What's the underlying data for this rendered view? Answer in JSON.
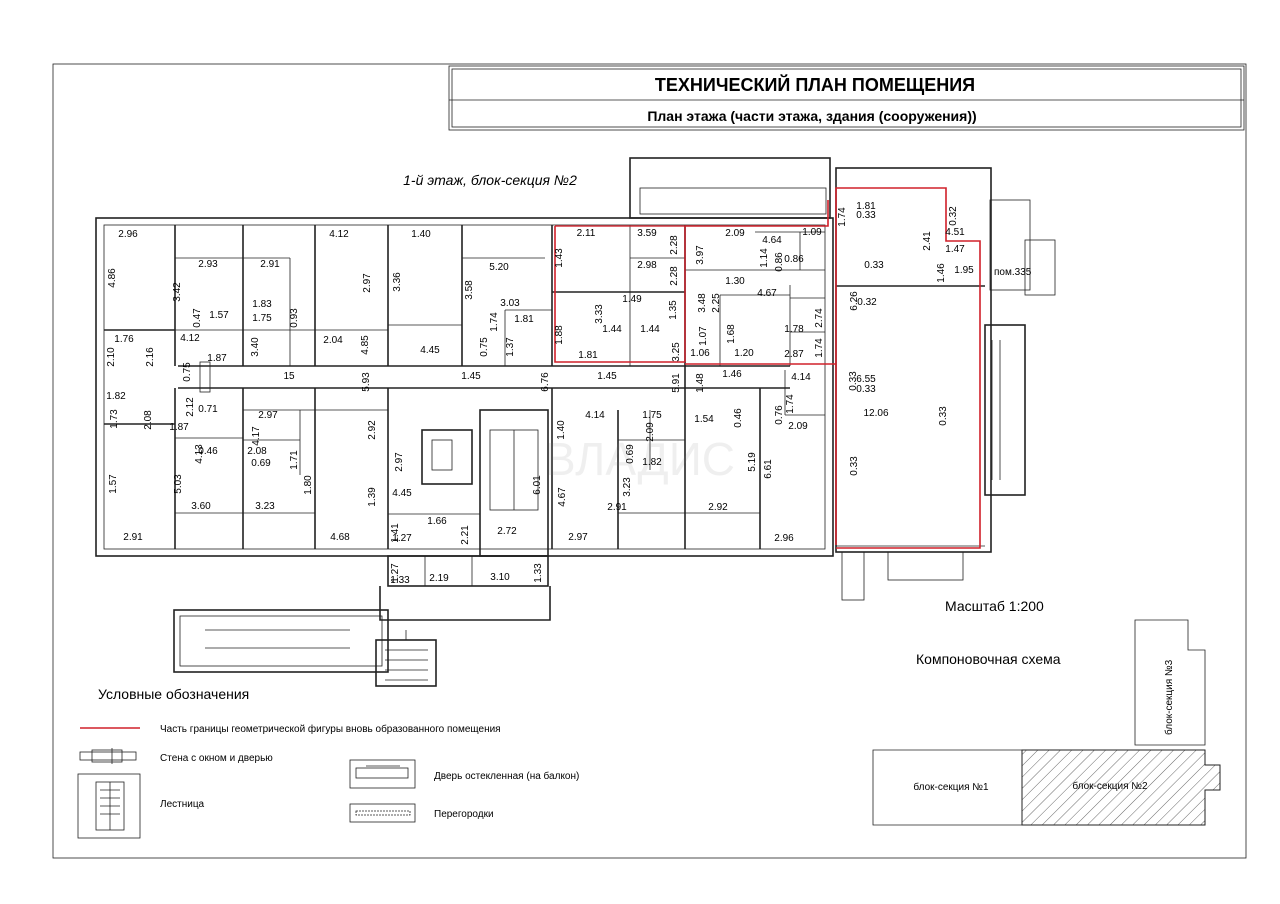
{
  "header": {
    "title": "ТЕХНИЧЕСКИЙ ПЛАН ПОМЕЩЕНИЯ",
    "subtitle": "План этажа (части этажа, здания (сооружения))"
  },
  "plan": {
    "floor_label": "1-й этаж, блок-секция №2",
    "scale": "Масштаб 1:200",
    "room_label": "пом.335",
    "watermark": "ВЛАДИС",
    "dimensions": [
      "2.96",
      "4.86",
      "2.93",
      "3.42",
      "0.47",
      "1.57",
      "4.12",
      "2.16",
      "1.76",
      "2.10",
      "0.75",
      "1.87",
      "2.91",
      "1.83",
      "1.75",
      "0.93",
      "3.40",
      "2.04",
      "4.12",
      "2.97",
      "4.85",
      "1.40",
      "3.36",
      "4.45",
      "5.20",
      "3.58",
      "3.03",
      "1.81",
      "1.74",
      "0.75",
      "1.37",
      "2.11",
      "3.59",
      "2.28",
      "1.43",
      "2.98",
      "2.28",
      "1.49",
      "3.33",
      "1.44",
      "1.35",
      "1.44",
      "1.88",
      "3.25",
      "1.81",
      "3.97",
      "2.09",
      "4.64",
      "1.14",
      "0.86",
      "0.86",
      "1.09",
      "1.30",
      "4.67",
      "3.48",
      "2.25",
      "1.07",
      "1.68",
      "2.74",
      "1.78",
      "1.74",
      "1.06",
      "1.20",
      "2.87",
      "1.74",
      "1.81",
      "0.33",
      "0.33",
      "6.26",
      "0.32",
      "0.32",
      "2.41",
      "4.51",
      "1.47",
      "1.46",
      "1.95",
      "15",
      "5.93",
      "1.45",
      "6.76",
      "1.45",
      "5.91",
      "1.48",
      "1.46",
      "4.14",
      "1.74",
      "2.09",
      "1.82",
      "1.73",
      "2.08",
      "2.12",
      "0.71",
      "1.87",
      "4.13",
      "0.46",
      "1.57",
      "5.03",
      "3.60",
      "2.91",
      "2.97",
      "4.17",
      "2.08",
      "1.71",
      "0.69",
      "1.80",
      "3.23",
      "2.92",
      "1.39",
      "4.68",
      "2.97",
      "4.45",
      "1.66",
      "2.21",
      "1.27",
      "1.41",
      "1.27",
      "1.33",
      "2.19",
      "3.10",
      "1.33",
      "6.01",
      "2.72",
      "1.40",
      "4.14",
      "1.75",
      "0.69",
      "2.09",
      "1.82",
      "4.67",
      "3.23",
      "2.91",
      "2.97",
      "1.54",
      "0.46",
      "5.19",
      "6.61",
      "0.76",
      "2.92",
      "2.96",
      "0.33",
      "0.33",
      "6.55",
      "12.06",
      "0.33",
      "0.33"
    ]
  },
  "legend": {
    "title": "Условные обозначения",
    "items": [
      {
        "label": "Часть границы геометрической фигуры вновь образованного помещения"
      },
      {
        "label": "Стена с окном и дверью"
      },
      {
        "label": "Лестница"
      },
      {
        "label": "Дверь остекленная (на балкон)"
      },
      {
        "label": "Перегородки"
      }
    ]
  },
  "layout_scheme": {
    "title": "Компоновочная схема",
    "section1": "блок-секция №1",
    "section2": "блок-секция №2",
    "section3": "блок-секция №3"
  },
  "colors": {
    "boundary": "#d0202a",
    "walls": "#222222"
  }
}
